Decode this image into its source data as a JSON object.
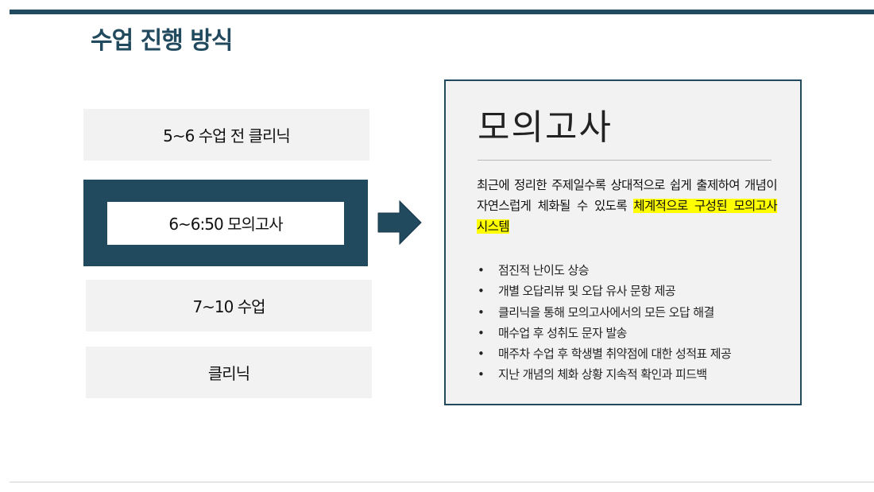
{
  "page": {
    "title": "수업 진행 방식"
  },
  "steps": [
    {
      "label": "5~6 수업 전 클리닉"
    },
    {
      "label": "6~6:50 모의고사"
    },
    {
      "label": "7~10 수업"
    },
    {
      "label": "클리닉"
    }
  ],
  "panel": {
    "title": "모의고사",
    "description_plain": "최근에 정리한 주제일수록 상대적으로 쉽게 출제하여 개념이 자연스럽게 체화될 수 있도록 ",
    "description_highlight": "체계적으로 구성된 모의고사 시스템",
    "bullets": [
      "점진적 난이도 상승",
      "개별 오답리뷰 및 오답 유사 문항 제공",
      "클리닉을 통해 모의고사에서의 모든 오답 해결",
      "매수업 후 성취도 문자 발송",
      "매주차 수업 후 학생별 취약점에 대한 성적표 제공",
      "지난 개념의 체화 상황 지속적 확인과 피드백"
    ],
    "bullet_symbol": "•"
  },
  "colors": {
    "primary": "#224a5e",
    "box_gray": "#f2f2f2",
    "highlight": "#ffff00"
  },
  "icons": {
    "arrow": "right-arrow-icon"
  }
}
